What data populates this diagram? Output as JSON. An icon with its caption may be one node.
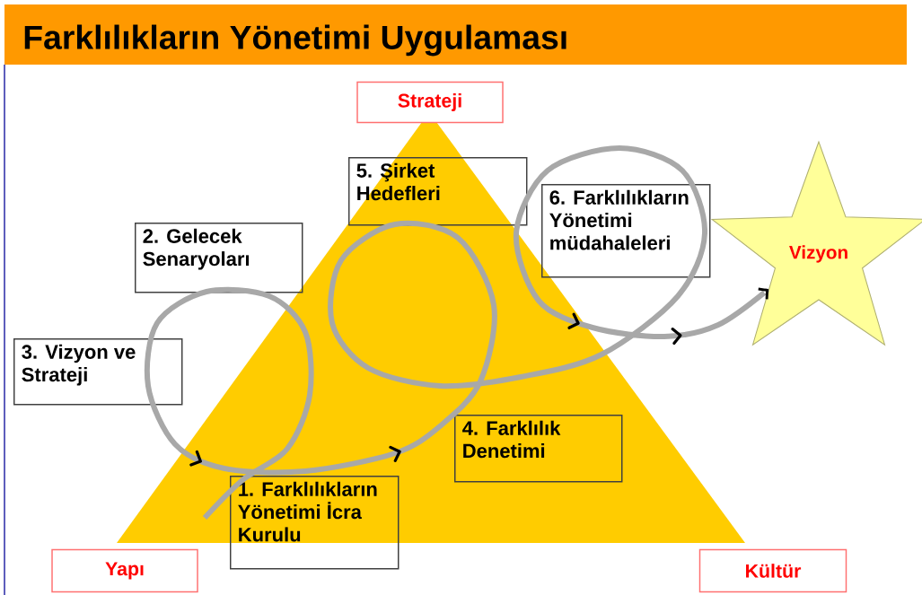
{
  "diagram": {
    "title": "Farklılıkların Yönetimi Uygulaması",
    "nodes": [
      {
        "text": [
          "Strateji"
        ]
      },
      {
        "text": [
          "5. Şirket Hedefleri"
        ]
      },
      {
        "text": [
          "6. Farklılıkların Yönetimi müdahaleleri"
        ]
      },
      {
        "text": [
          "2. Gelecek Senaryoları"
        ]
      },
      {
        "text": [
          "Vizyon"
        ]
      },
      {
        "text": [
          "3. Vizyon ve Strateji"
        ]
      },
      {
        "text": [
          "4. Farklılık Denetimi"
        ]
      },
      {
        "text": [
          "1. Farklılıkların Yönetimi İcra Kurulu"
        ]
      },
      {
        "text": [
          "Yapı"
        ]
      },
      {
        "text": [
          "Kültür"
        ]
      }
    ],
    "edges": [
      {
        "from": null,
        "to": 4,
        "arrow": "to"
      }
    ]
  }
}
